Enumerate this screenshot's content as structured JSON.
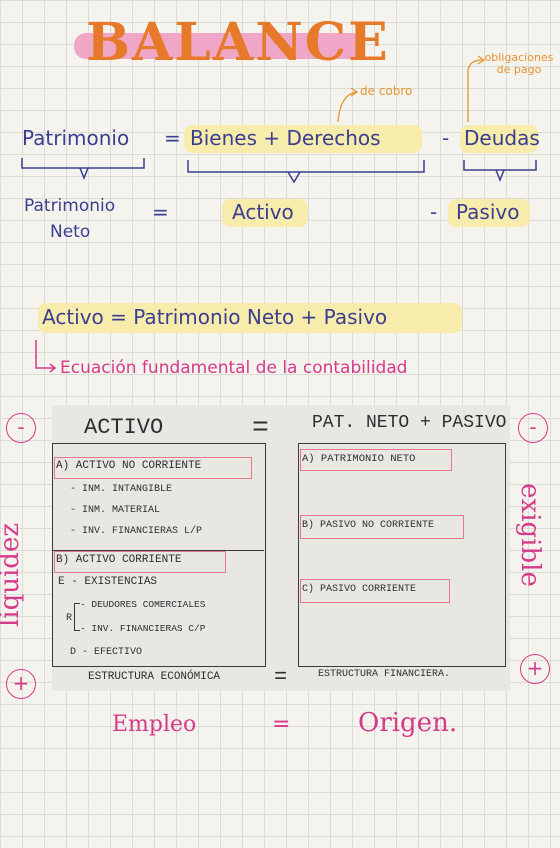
{
  "title": "BALANCE",
  "eq1": {
    "patrimonio": "Patrimonio",
    "equals": "=",
    "bienes_derechos": "Bienes + Derechos",
    "minus": "-",
    "deudas": "Deudas",
    "de_cobro": "de cobro",
    "obligaciones": "obligaciones de pago"
  },
  "eq2": {
    "patrimonio_neto_1": "Patrimonio",
    "patrimonio_neto_2": "Neto",
    "equals": "=",
    "activo": "Activo",
    "minus": "-",
    "pasivo": "Pasivo"
  },
  "eq3": {
    "text": "Activo = Patrimonio Neto + Pasivo",
    "note": "Ecuación fundamental de la contabilidad"
  },
  "photo": {
    "activo": "ACTIVO",
    "equals": "=",
    "pat_pasivo": "PAT. NETO + PASIVO",
    "anc": "A) ACTIVO NO CORRIENTE",
    "anc_items": [
      "- INM. INTANGIBLE",
      "- INM. MATERIAL",
      "- INV. FINANCIERAS L/P"
    ],
    "ac": "B) ACTIVO CORRIENTE",
    "ac_items": [
      "E - EXISTENCIAS",
      "- DEUDORES COMERCIALES",
      "- INV. FINANCIERAS C/P",
      "D - EFECTIVO"
    ],
    "r_mark": "R",
    "pn": "A) PATRIMONIO NETO",
    "pnc": "B) PASIVO NO CORRIENTE",
    "pc": "C) PASIVO CORRIENTE",
    "est_eco": "ESTRUCTURA ECONÓMICA",
    "equals2": "=",
    "est_fin": "ESTRUCTURA FINANCIERA."
  },
  "sides": {
    "liquidez": "liquidez",
    "exigible": "exigible",
    "minus": "-",
    "plus": "+"
  },
  "bottom": {
    "empleo": "Empleo",
    "equals": "=",
    "origen": "Origen."
  }
}
